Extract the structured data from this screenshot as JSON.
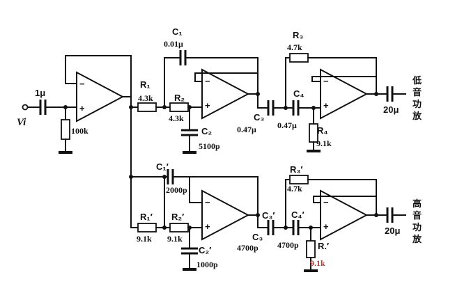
{
  "input": {
    "source": "Vi",
    "capacitor": "1μ",
    "resistor": "100k"
  },
  "low_channel": {
    "r1": "R₁",
    "r1_value": "4.3k",
    "r2": "R₂",
    "r2_value": "4.3k",
    "c1": "C₁",
    "c1_value": "0.01μ",
    "c2": "C₂",
    "c2_value": "5100p",
    "c3": "C₃",
    "c3_value": "0.47μ",
    "c4": "C₄",
    "c4_value": "0.47μ",
    "r3": "R₃",
    "r3_value": "4.7k",
    "r4": "R₄",
    "r4_value": "9.1k",
    "out_cap": "20μ",
    "output_label": [
      "低",
      "音",
      "功",
      "放"
    ]
  },
  "high_channel": {
    "r1": "R₁′",
    "r1_value": "9.1k",
    "r2": "R₂′",
    "r2_value": "9.1k",
    "c1": "C₁′",
    "c1_value": "2000p",
    "c2": "C₂′",
    "c2_value": "1000p",
    "c3": "C₃′",
    "c3_label_2": "C₃",
    "c3_value": "4700p",
    "c4": "C₄′",
    "c4_value": "4700p",
    "r3": "R₃′",
    "r3_value": "4.7k",
    "r4": "R.′",
    "r4_value": "9.1k",
    "out_cap": "20μ",
    "output_label": [
      "高",
      "音",
      "功",
      "放"
    ]
  },
  "opamp_signs": {
    "minus": "−",
    "plus": "+"
  }
}
